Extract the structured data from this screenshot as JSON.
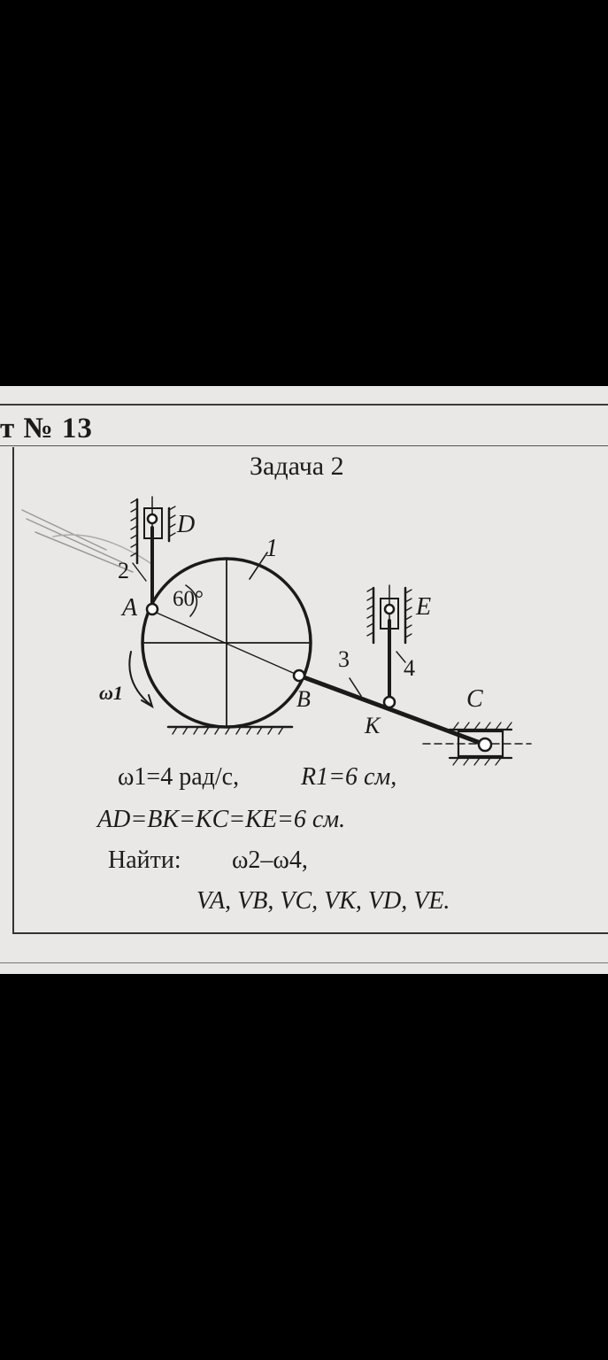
{
  "header": {
    "variant": "т № 13"
  },
  "task": {
    "title": "Задача 2"
  },
  "labels": {
    "D": "D",
    "A": "A",
    "B": "B",
    "E": "E",
    "C": "C",
    "K": "K",
    "body1": "1",
    "body2": "2",
    "body3": "3",
    "body4": "4",
    "angle": "60°",
    "omega1": "ω1"
  },
  "given": {
    "line1_w": "ω1=4 рад/с,",
    "line1_r": "R1=6 см,",
    "line2": "AD=BK=KC=KE=6 см."
  },
  "find": {
    "label": "Найти:",
    "omegas": "ω2–ω4,",
    "velocities": "VA, VB, VC, VK, VD, VE."
  }
}
